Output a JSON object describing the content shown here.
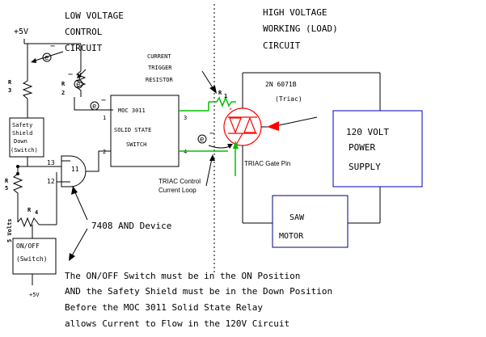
{
  "sections": {
    "low_voltage": [
      "LOW VOLTAGE",
      "CONTROL",
      "CIRCUIT"
    ],
    "high_voltage": [
      "HIGH VOLTAGE",
      "WORKING (LOAD)",
      "CIRCUIT"
    ]
  },
  "labels": {
    "plus5v_top": "+5V",
    "plus5v_bottom": "+5V",
    "electron_symbol": "e",
    "minus": "−",
    "r_top_left": "R",
    "r_top_left_num": "3",
    "r_top_mid": "R",
    "r_top_mid_num": "2",
    "r_bottom": "R",
    "r_bottom_num": "4",
    "r_side": "R",
    "r_side_num": "5",
    "five_volts": "5 Volts",
    "safety_shield": [
      "Safety",
      "Shield",
      "Down",
      "(Switch)"
    ],
    "on_off_switch": [
      "ON/OFF",
      "(Switch)"
    ],
    "and_pin_13": "13",
    "and_pin_12": "12",
    "and_pin_11": "11",
    "moc_title": "MOC 3011",
    "moc_sub": "SOLID STATE",
    "moc_sub2": "SWITCH",
    "moc_pin_1": "1",
    "moc_pin_2": "2",
    "moc_pin_3": "3",
    "moc_pin_4": "4",
    "current_trigger": [
      "CURRENT",
      "TRIGGER",
      "RESISTOR"
    ],
    "r1": "R",
    "r1_num": "1",
    "triac_part": "2N 6071B",
    "triac_name": "(Triac)",
    "triac_gate_pin": "TRIAC Gate Pin",
    "triac_control": [
      "TRIAC Control",
      "Current Loop"
    ],
    "device_7408": "7408 AND Device",
    "power_supply": [
      "120 VOLT",
      "POWER",
      "SUPPLY"
    ],
    "saw_motor": [
      "SAW",
      "MOTOR"
    ],
    "notes": [
      "The ON/OFF Switch must be in the ON Position",
      "AND the Safety Shield must be in the Down Position",
      "Before the MOC 3011 Solid State Relay",
      "allows Current to Flow in the 120V Circuit"
    ]
  },
  "colors": {
    "wire": "#000000",
    "signal": "#00c000",
    "triac": "#ff0000",
    "power_box": "#0000c0",
    "motor_box": "#000080"
  }
}
